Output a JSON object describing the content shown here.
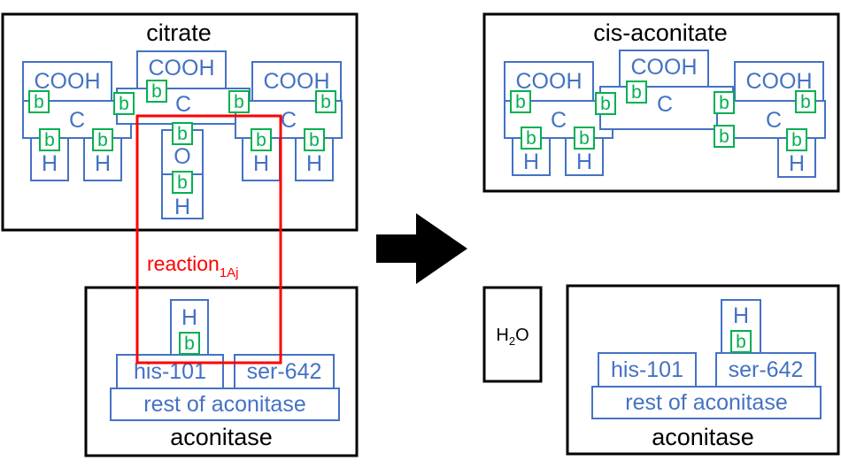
{
  "colors": {
    "frame": "#000000",
    "atom": "#4472c4",
    "bond": "#00b050",
    "reaction": "#ff0000"
  },
  "icons": {
    "arrow": "right-arrow-icon"
  },
  "labels": {
    "citrate": "citrate",
    "cis_aconitate": "cis-aconitate",
    "aconitase": "aconitase",
    "water_main": "H",
    "water_sub": "2",
    "water_tail": "O",
    "reaction_main": "reaction",
    "reaction_sub": "1Aj",
    "cooh": "COOH",
    "c": "C",
    "h": "H",
    "o": "O",
    "bond": "b",
    "his": "his-101",
    "ser": "ser-642",
    "rest": "rest of aconitase"
  }
}
